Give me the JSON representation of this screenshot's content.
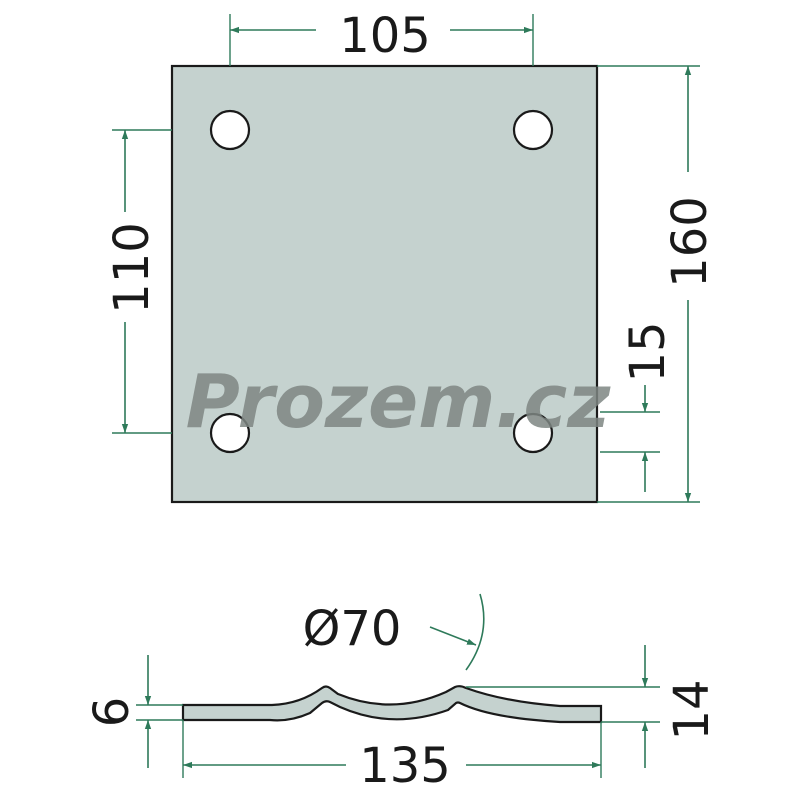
{
  "watermark": "Prozem.cz",
  "dimensions": {
    "top_width": "105",
    "total_height": "160",
    "hole_spacing": "110",
    "edge_offset": "15",
    "diameter": "Ø70",
    "thickness": "6",
    "profile_width": "135",
    "profile_height": "14"
  },
  "colors": {
    "dimension": "#2e7a5a",
    "plate": "#c5d2cf",
    "outline": "#1a1a1a"
  }
}
